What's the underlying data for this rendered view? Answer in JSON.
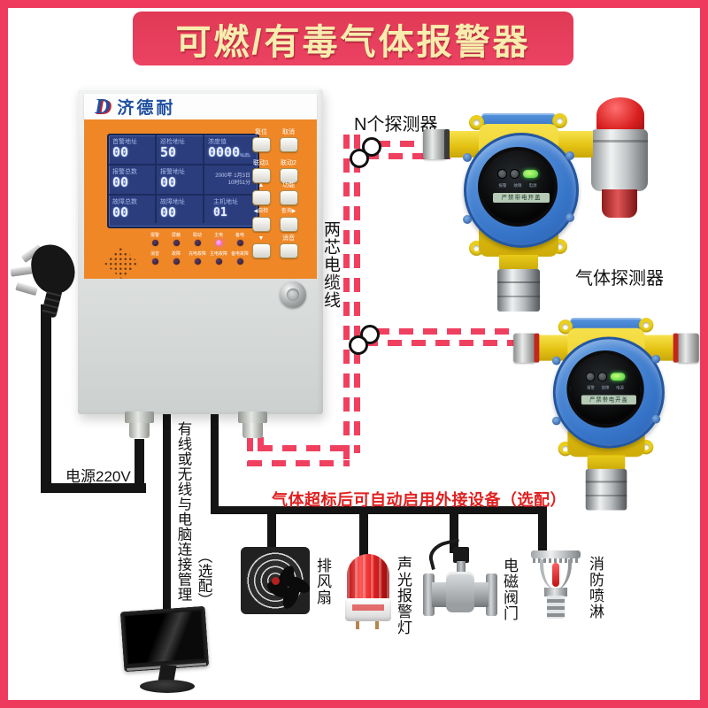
{
  "banner": {
    "title": "可燃/有毒气体报警器"
  },
  "controller": {
    "brand": "济德耐",
    "brand_mark": "D",
    "lcd": {
      "cells": [
        {
          "label": "首警地址",
          "value": "00"
        },
        {
          "label": "巡检地址",
          "value": "50"
        },
        {
          "label": "浓度值",
          "value": "0000",
          "unit": "%LEL"
        },
        {
          "label": "报警总数",
          "value": "00"
        },
        {
          "label": "报警地址",
          "value": "00"
        },
        {
          "label": "故障总数",
          "value": "00"
        },
        {
          "label": "故障地址",
          "value": "00"
        },
        {
          "label": "主机地址",
          "value": "01"
        }
      ],
      "date_line1": "2000年 1月3日",
      "date_line2": "10时51分"
    },
    "buttons": [
      "复位",
      "取消",
      "联动1",
      "联动2",
      "▲",
      "功能",
      "◀自检",
      "查询▶",
      "▼",
      "消音"
    ],
    "leds_row1": [
      "报警",
      "屏蔽",
      "联动",
      "主电",
      "备电"
    ],
    "leds_row1_lit": "主电",
    "leds_row2": [
      "消音",
      "故障",
      "充电故障",
      "主电故障",
      "备电故障"
    ]
  },
  "detectors": {
    "count_label": "N个探测器",
    "name_label": "气体探测器",
    "cable_label": "两芯电缆线",
    "led_labels": [
      "报警",
      "故障",
      "电源"
    ],
    "led_lit": "电源",
    "warning": "严禁带电开盖"
  },
  "power": {
    "label": "电源220V"
  },
  "pc": {
    "label": "有线或无线与电脑连接管理",
    "optional": "（选配）"
  },
  "external": {
    "note": "气体超标后可自动启用外接设备（选配）"
  },
  "devices": [
    {
      "label": "排风扇"
    },
    {
      "label": "声光报警灯"
    },
    {
      "label": "电磁阀门"
    },
    {
      "label": "消防喷淋"
    }
  ],
  "colors": {
    "frame": "#ee3a5c",
    "banner_bg": "#e63c58",
    "banner_text": "#f8edae",
    "panel_orange": "#ef8727",
    "lcd_bg": "#2b3d7d",
    "detector_yellow": "#f2d525",
    "detector_blue": "#3b82d4",
    "cable_dash_red": "#f04060",
    "note_red": "#e02020"
  }
}
